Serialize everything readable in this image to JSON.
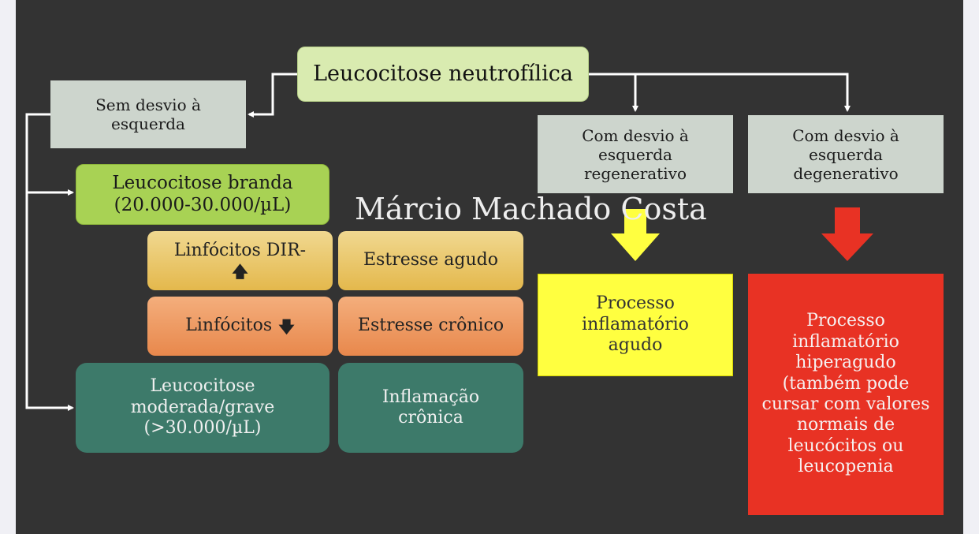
{
  "root": "Leucocitose neutrofílica",
  "branches": {
    "sem_desvio": "Sem desvio à\nesquerda",
    "regenerativo": "Com desvio à\nesquerda\nregenerativo",
    "degenerativo": "Com desvio à\nesquerda\ndegenerativo"
  },
  "sem_desvio_children": {
    "branda": "Leucocitose branda\n(20.000-30.000/µL)",
    "linfocitos_dir": "Linfócitos DIR-",
    "linfocitos_dir_icon": "arrow-up-icon",
    "estresse_agudo": "Estresse agudo",
    "linfocitos": "Linfócitos",
    "linfocitos_icon": "arrow-down-icon",
    "estresse_cronico": "Estresse crônico",
    "moderada": "Leucocitose\nmoderada/grave\n(>30.000/µL)",
    "inflamacao_cronica": "Inflamação\ncrônica"
  },
  "outcomes": {
    "agudo": "Processo\ninflamatório\nagudo",
    "hiperagudo": "Processo\ninflamatório\nhiperagudo\n(também pode\ncursar com valores\nnormais de\nleucócitos ou\nleucopenia"
  },
  "watermark": "Márcio Machado Costa",
  "colors": {
    "background": "#333333",
    "yellow_arrow": "#ffff40",
    "red_arrow": "#e83224",
    "connector": "#ffffff"
  }
}
